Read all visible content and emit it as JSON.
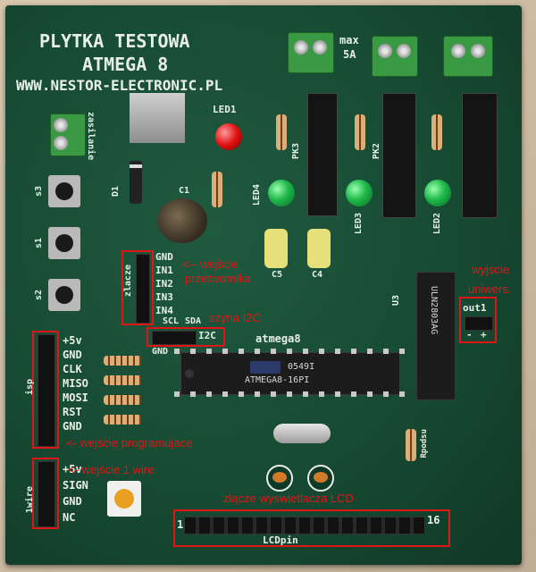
{
  "board_title": [
    "PLYTKA TESTOWA",
    "ATMEGA 8",
    "WWW.NESTOR-ELECTRONIC.PL"
  ],
  "silkscreen": {
    "max": "max",
    "amps": "5A",
    "zasilanie": "zasilanie",
    "led1": "LED1",
    "led2": "LED2",
    "led3": "LED3",
    "led4": "LED4",
    "pk2": "PK2",
    "pk3": "PK3",
    "d1": "D1",
    "c1": "C1",
    "c4": "C4",
    "c5": "C5",
    "s1": "s1",
    "s2": "s2",
    "s3": "s3",
    "u3": "U3",
    "atmega8": "atmega8",
    "chip_line1": "0549I",
    "chip_line2": "ATMEGA8-16PI",
    "uln": "ULN2803AG",
    "rpodsu": "Rpodsu",
    "lcdpin": "LCDpin",
    "lcd_first": "1",
    "lcd_last": "16",
    "out1": "out1",
    "minus": "-",
    "plus": "+",
    "zlacze": "zlacze",
    "isp": "isp",
    "wire": "1wire",
    "i2c": "I2C",
    "scl": "SCL",
    "sda": "SDA",
    "gnd_i2c": "GND",
    "adc_pins": [
      "GND",
      "IN1",
      "IN2",
      "IN3",
      "IN4"
    ],
    "isp_pins": [
      "+5v",
      "GND",
      "CLK",
      "MISO",
      "MOSI",
      "RST",
      "GND"
    ],
    "wire_pins": [
      "+5v",
      "SIGN",
      "GND",
      "NC"
    ]
  },
  "annotations": {
    "adc_input": [
      "<-- wejście",
      "przetwornika"
    ],
    "i2c_bus": "szyna I2C",
    "output": [
      "wyjscie",
      "uniwers."
    ],
    "programming": "<- wejście programujace",
    "onewire": "<- wejście 1 wire",
    "lcd": "złącze wyswietlacza LCD"
  },
  "colors": {
    "pcb": "#174a33",
    "annotation": "#e01616",
    "silkscreen": "#e8efe8"
  }
}
